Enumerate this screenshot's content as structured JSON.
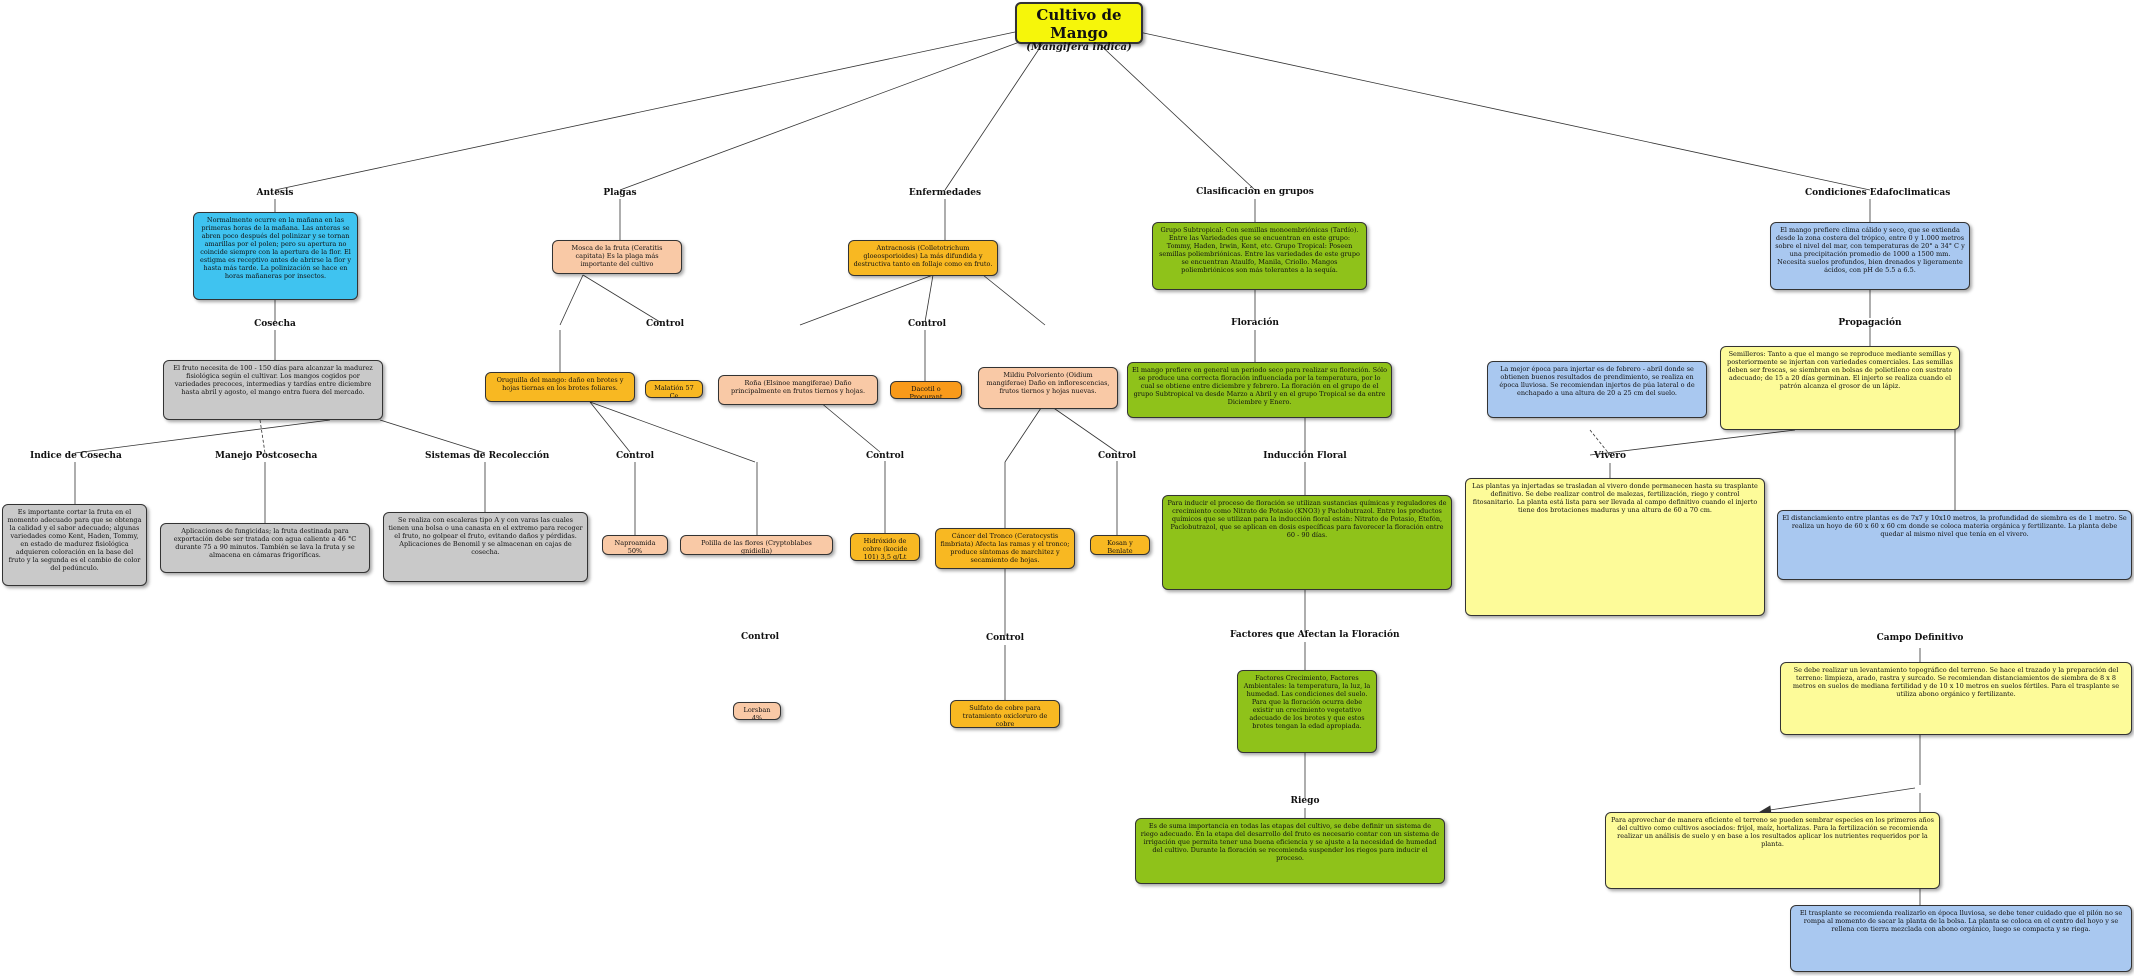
{
  "root": {
    "title": "Cultivo de Mango",
    "subtitle": "(Mangifera indica)"
  },
  "branches": {
    "antesis": "Antesis",
    "plagas": "Plagas",
    "enfermedades": "Enfermedades",
    "clasificacion": "Clasificación en grupos",
    "condiciones": "Condiciones Edafoclimaticas"
  },
  "labels": {
    "cosecha": "Cosecha",
    "control": "Control",
    "indice_cosecha": "Indice de Cosecha",
    "manejo_postcosecha": "Manejo Postcosecha",
    "sistemas_recoleccion": "Sistemas de Recolección",
    "floracion": "Floración",
    "induccion_floral": "Inducción Floral",
    "factores_floracion": "Factores que Afectan la Floración",
    "riego": "Riego",
    "propagacion": "Propagación",
    "vivero": "Vivero",
    "campo_definitivo": "Campo Definitivo"
  },
  "nodes": {
    "antesis_text": "Normalmente ocurre en la mañana en las primeras horas de la mañana. Las anteras se abren poco después del polinizar y se tornan amarillas por el polen; pero su apertura no coincide siempre con la apertura de la flor. El estigma es receptivo antes de abrirse la flor y hasta más tarde. La polinización se hace en horas mañaneras por insectos.",
    "plagas_main": "Mosca de la fruta (Ceratitis capitata) Es la plaga más importante del cultivo",
    "enf_main": "Antracnosis (Colletotrichum gloeosporioides) La más difundida y destructiva tanto en follaje como en fruto.",
    "clasif_text": "Grupo Subtropical: Con semillas monoembriónicas (Tardío). Entre las Variedades que se encuentran en este grupo: Tommy, Haden, Irwin, Kent, etc. Grupo Tropical: Poseen semillas poliembriónicas. Entre las variedades de este grupo se encuentran Ataulfo, Manila, Criollo. Mangos poliembriónicos son más tolerantes a la sequía.",
    "cond_text": "El mango prefiere clima cálido y seco, que se extienda desde la zona costera del trópico, entre 0 y 1.000 metros sobre el nivel del mar, con temperaturas de 20° a 34° C y una precipitación promedio de 1000 a 1500 mm. Necesita suelos profundos, bien drenados y ligeramente ácidos, con pH de 5.5 a 6.5.",
    "cosecha_text": "El fruto necesita de 100 - 150 días para alcanzar la madurez fisiológica según el cultivar. Los mangos cogidos por variedades precoces, intermedias y tardías entre diciembre hasta abril y agosto, el mango entra fuera del mercado.",
    "oruga": "Oruguilla del mango: daño en brotes y hojas tiernas en los brotes foliares.",
    "malathion": "Malatión 57 Ce",
    "roña": "Roña (Elsinoe mangiferae) Daño principalmente en frutos tiernos y hojas.",
    "dacotil": "Dacotil o Procurant",
    "mildiu": "Mildiu Polvoriento (Oidium mangiferae) Daño en inflorescencias, frutos tiernos y hojas nuevas.",
    "floracion_text": "El mango prefiere en general un periodo seco para realizar su floración. Sólo se produce una correcta floración influenciada por la temperatura, por lo cual se obtiene entre diciembre y febrero. La floración en el grupo de el grupo Subtropical va desde Marzo a Abril y en el grupo Tropical se da entre Diciembre y Enero.",
    "indice_text": "Es importante cortar la fruta en el momento adecuado para que se obtenga la calidad y el sabor adecuado; algunas variedades como Kent, Haden, Tommy, en estado de madurez fisiológica adquieren coloración en la base del fruto y la segunda es el cambio de color del pedúnculo.",
    "manejo_text": "Aplicaciones de fungicidas; la fruta destinada para exportación debe ser tratada con agua caliente a 46 °C durante 75 a 90 minutos. También se lava la fruta y se almacena en cámaras frigoríficas.",
    "sistemas_text": "Se realiza con escaleras tipo A y con varas las cuales tienen una bolsa o una canasta en el extremo para recoger el fruto, no golpear el fruto, evitando daños y pérdidas. Aplicaciones de Benomil y se almacenan en cajas de cosecha.",
    "naproamida": "Naproamida 50%",
    "polilla": "Polilla de las flores (Cryptoblabes gnidiella)",
    "hidroxido": "Hidróxido de cobre (kocide 101) 3,5 g/Lt",
    "cancer": "Cáncer del Tronco (Ceratocystis fimbriata) Afecta las ramas y el tronco; produce síntomas de marchitez y secamiento de hojas.",
    "ksalud": "Kosan y Benlate",
    "induccion_text": "Para inducir el proceso de floración se utilizan sustancias químicas y reguladores de crecimiento como Nitrato de Potasio (KNO3) y Paclobutrazol. Entre los productos químicos que se utilizan para la inducción floral están: Nitrato de Potasio, Etefón, Paclobutrazol, que se aplican en dosis específicas para favorecer la floración entre 60 - 90 días.",
    "lorsban": "Lorsban 4%",
    "sulfato": "Sulfato de cobre para tratamiento oxicloruro de cobre",
    "factores_text": "Factores Crecimiento, Factores Ambientales: la temperatura, la luz, la humedad. Las condiciones del suelo. Para que la floración ocurra debe existir un crecimiento vegetativo adecuado de los brotes y que estos brotes tengan la edad apropiada.",
    "riego_text": "Es de suma importancia en todas las etapas del cultivo, se debe definir un sistema de riego adecuado. En la etapa del desarrollo del fruto es necesario contar con un sistema de irrigación que permita tener una buena eficiencia y se ajuste a la necesidad de humedad del cultivo. Durante la floración se recomienda suspender los riegos para inducir el proceso.",
    "propag_text": "Semilleros: Tanto a que el mango se reproduce mediante semillas y posteriormente se injertan con variedades comerciales. Las semillas deben ser frescas, se siembran en bolsas de polietileno con sustrato adecuado; de 15 a 20 días germinan. El injerto se realiza cuando el patrón alcanza el grosor de un lápiz.",
    "mejor_epoca": "La mejor época para injertar es de febrero - abril donde se obtienen buenos resultados de prendimiento, se realiza en época lluviosa. Se recomiendan injertos de púa lateral o de enchapado a una altura de 20 a 25 cm del suelo.",
    "vivero_text": "Las plantas ya injertadas se trasladan al vivero donde permanecen hasta su trasplante definitivo. Se debe realizar control de malezas, fertilización, riego y control fitosanitario. La planta está lista para ser llevada al campo definitivo cuando el injerto tiene dos brotaciones maduras y una altura de 60 a 70 cm.",
    "dist_text": "El distanciamiento entre plantas es de 7x7 y 10x10 metros, la profundidad de siembra es de 1 metro. Se realiza un hoyo de 60 x 60 x 60 cm donde se coloca materia orgánica y fertilizante. La planta debe quedar al mismo nivel que tenía en el vivero.",
    "campo_text": "Se debe realizar un levantamiento topográfico del terreno. Se hace el trazado y la preparación del terreno: limpieza, arado, rastra y surcado. Se recomiendan distanciamientos de siembra de 8 x 8 metros en suelos de mediana fertilidad y de 10 x 10 metros en suelos fértiles. Para el trasplante se utiliza abono orgánico y fertilizante.",
    "abono_text": "Para aprovechar de manera eficiente el terreno se pueden sembrar especies en los primeros años del cultivo como cultivos asociados: frijol, maíz, hortalizas. Para la fertilización se recomienda realizar un análisis de suelo y en base a los resultados aplicar los nutrientes requeridos por la planta.",
    "trasplante_text": "El trasplante se recomienda realizarlo en época lluviosa, se debe tener cuidado que el pilón no se rompa al momento de sacar la planta de la bolsa. La planta se coloca en el centro del hoyo y se rellena con tierra mezclada con abono orgánico, luego se compacta y se riega."
  },
  "colors": {
    "root": "#f6f60a",
    "blue": "#3fc3f0",
    "peach": "#f9c9a6",
    "orange": "#f8b822",
    "gray": "#c9c9c9",
    "green": "#8fc21a",
    "light_blue": "#a9c8f0",
    "yellow": "#fdfb99"
  }
}
